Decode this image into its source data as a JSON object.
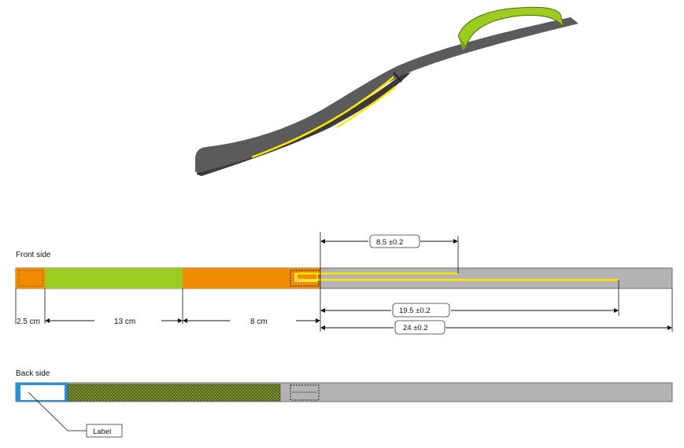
{
  "front": {
    "title": "Front side",
    "dim_2_5": "2.5 cm",
    "dim_13": "13 cm",
    "dim_8": "8 cm",
    "dim_8_5": "8.5 ±0.2",
    "dim_19_5": "19.5  ±0.2",
    "dim_24": "24   ±0.2"
  },
  "back": {
    "title": "Back side",
    "label_callout": "Label"
  },
  "colors": {
    "strap_gray": "#b3b3b3",
    "strap_dark": "#5a5a5a",
    "green": "#9acd1f",
    "orange": "#ef8c00",
    "yellow_line": "#ffe600",
    "label_blue": "#2a8fd6",
    "velcro": "#5f6e2a"
  }
}
